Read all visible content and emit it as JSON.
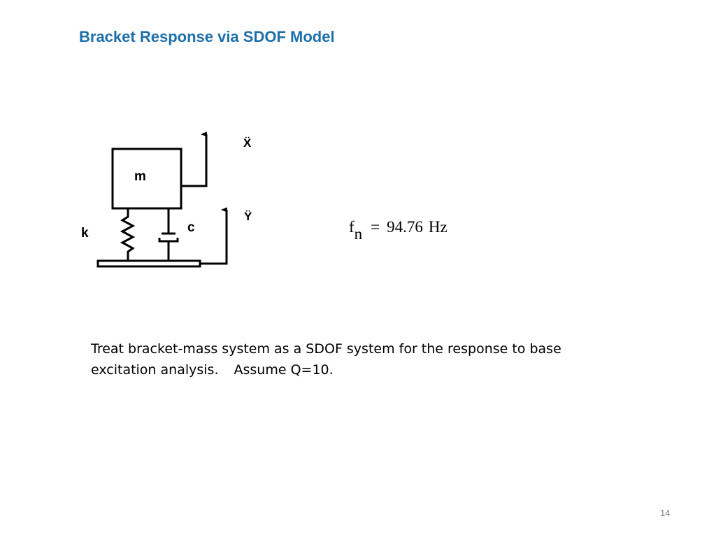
{
  "slide": {
    "title": "Bracket Response via SDOF Model",
    "number": "14"
  },
  "diagram": {
    "mass_label": "m",
    "spring_label": "k",
    "damper_label": "c",
    "mass_accel_label": "Ẍ",
    "base_accel_label": "Ÿ"
  },
  "equation": {
    "symbol": "f",
    "subscript": "n",
    "operator": "=",
    "value": "94.76",
    "unit": "Hz"
  },
  "body": {
    "sentence_1": "Treat bracket-mass system as a SDOF system for the response to base excitation analysis.",
    "sentence_2": "Assume Q=10."
  }
}
